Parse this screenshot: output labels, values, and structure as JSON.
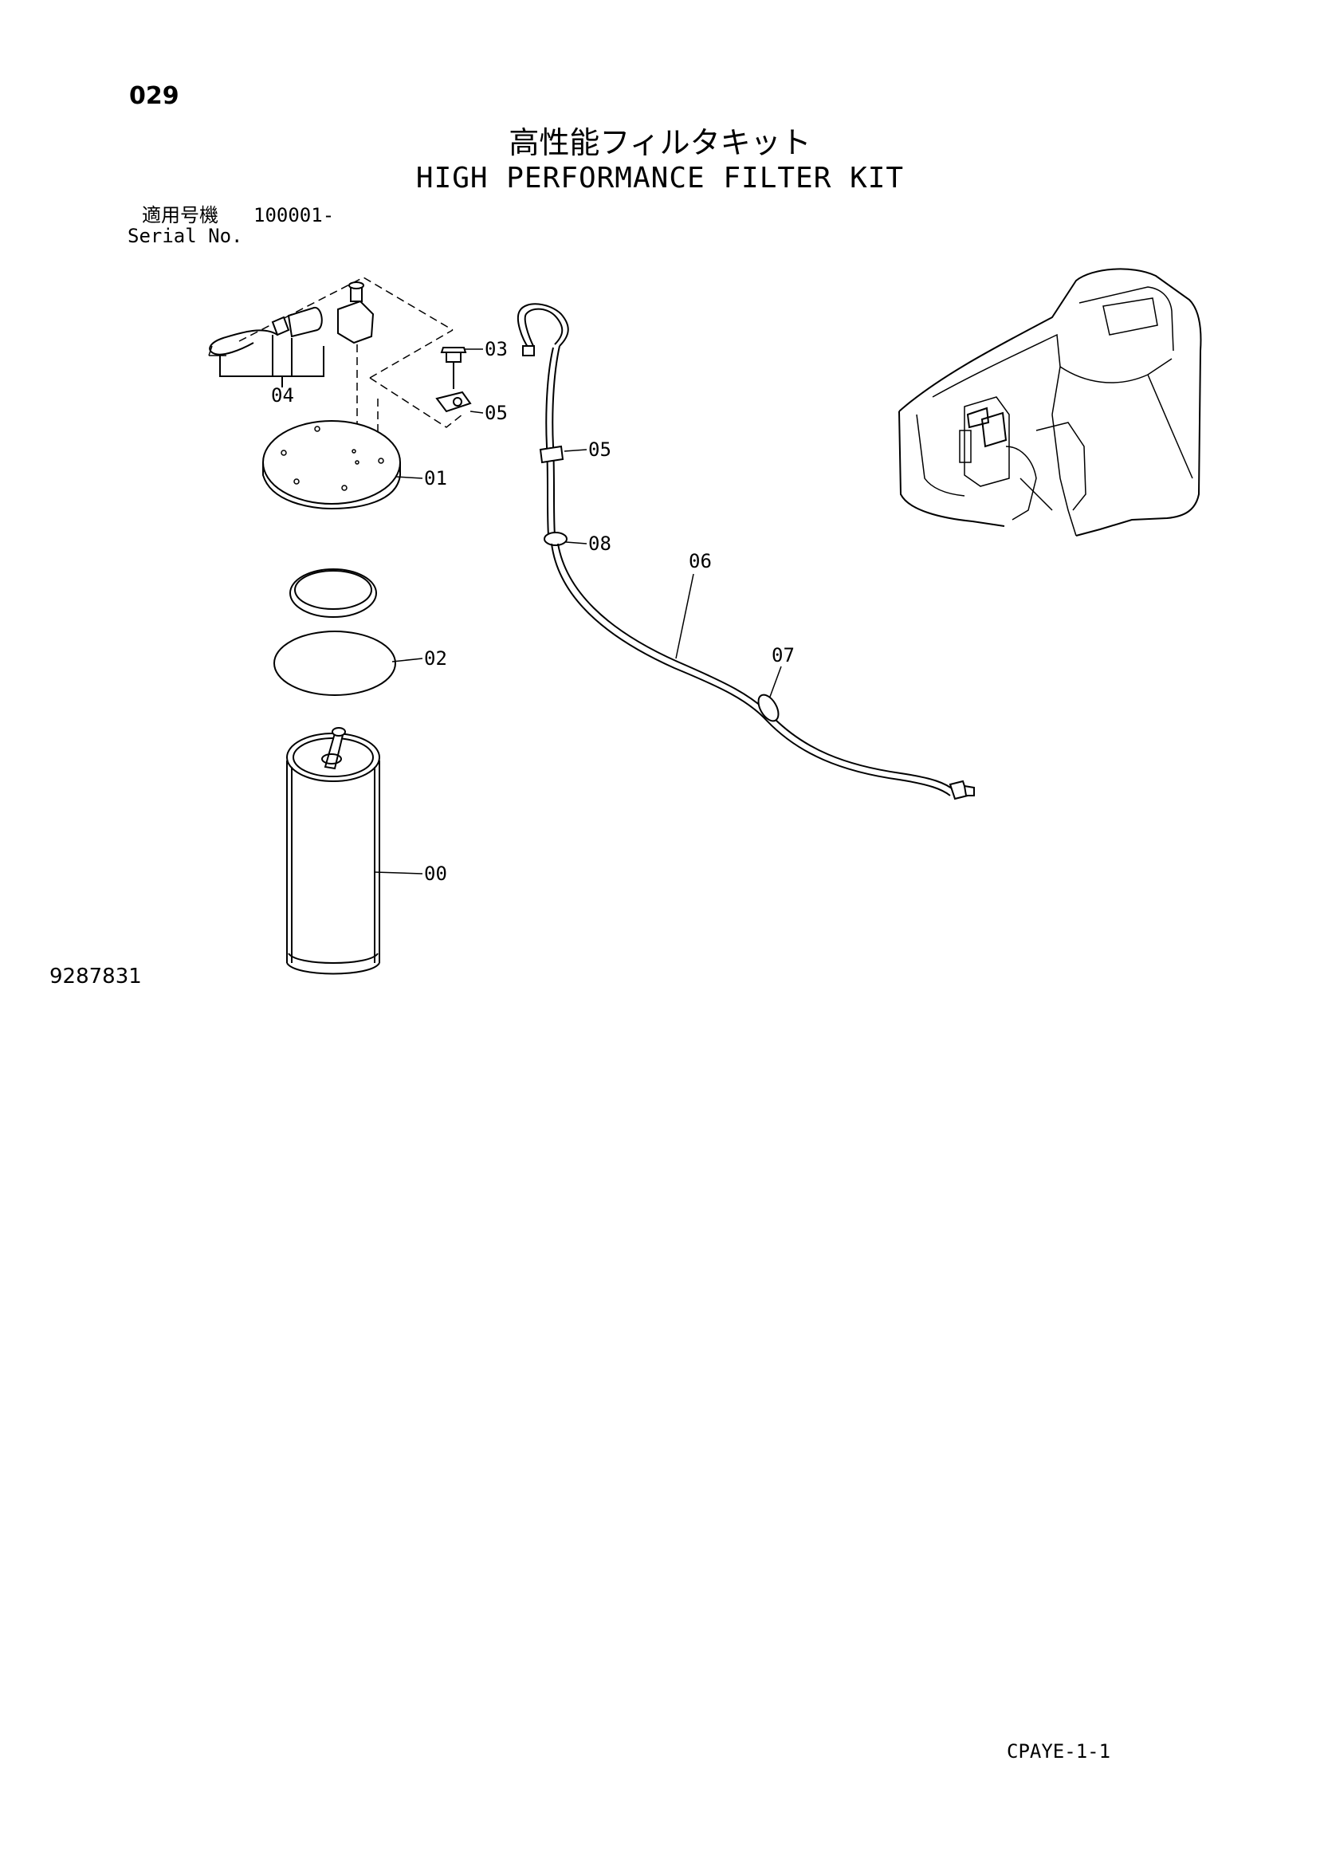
{
  "header": {
    "page_number": "029",
    "title_jp": "高性能フィルタキット",
    "title_en": "HIGH PERFORMANCE FILTER KIT",
    "serial_label_jp": "適用号機",
    "serial_value": "100001-",
    "serial_label_en": "Serial No."
  },
  "callouts": [
    {
      "id": "00",
      "label": "00"
    },
    {
      "id": "01",
      "label": "01"
    },
    {
      "id": "02",
      "label": "02"
    },
    {
      "id": "03",
      "label": "03"
    },
    {
      "id": "04",
      "label": "04"
    },
    {
      "id": "05a",
      "label": "05"
    },
    {
      "id": "05b",
      "label": "05"
    },
    {
      "id": "06",
      "label": "06"
    },
    {
      "id": "07",
      "label": "07"
    },
    {
      "id": "08",
      "label": "08"
    }
  ],
  "footer": {
    "drawing_number": "9287831",
    "page_code": "CPAYE-1-1"
  },
  "colors": {
    "ink": "#000000",
    "paper": "#ffffff"
  }
}
